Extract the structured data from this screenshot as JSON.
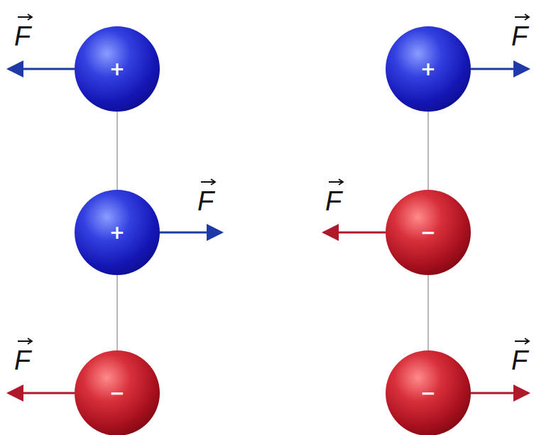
{
  "diagram": {
    "nodes": [
      {
        "text": [
          "+"
        ]
      },
      {
        "text": [
          "+"
        ]
      },
      {
        "text": [
          "−"
        ]
      },
      {
        "text": [
          "+"
        ]
      },
      {
        "text": [
          "−"
        ]
      },
      {
        "text": [
          "−"
        ]
      }
    ],
    "edges": [
      {
        "from": 0,
        "to": 1,
        "arrow": "none"
      },
      {
        "from": 1,
        "to": 2,
        "arrow": "none"
      },
      {
        "from": 3,
        "to": 4,
        "arrow": "none"
      },
      {
        "from": 4,
        "to": 5,
        "arrow": "none"
      }
    ],
    "labels": [
      "F",
      "F",
      "F",
      "F",
      "F",
      "F"
    ]
  }
}
